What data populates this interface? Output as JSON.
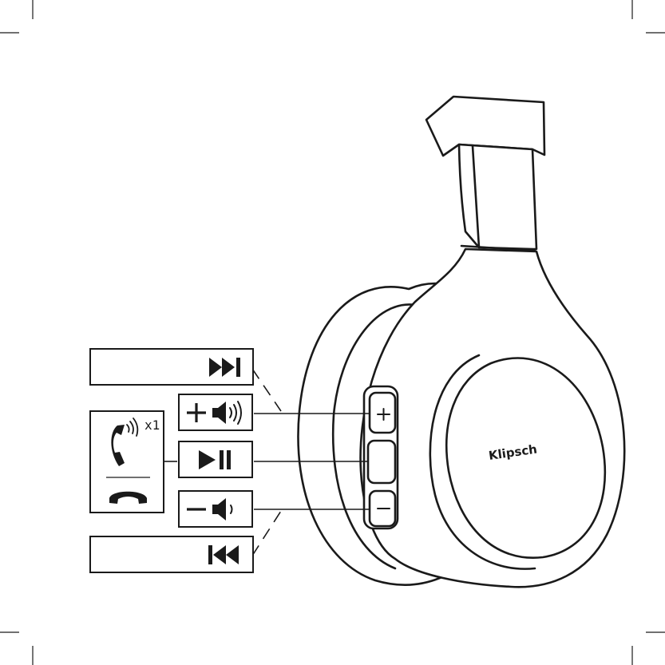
{
  "brand": {
    "logo_text": "Klipsch"
  },
  "call_panel": {
    "multiplier": "x1"
  },
  "controls": [
    {
      "function": "next-track"
    },
    {
      "function": "volume-up"
    },
    {
      "function": "play-pause"
    },
    {
      "function": "volume-down"
    },
    {
      "function": "previous-track"
    }
  ],
  "colors": {
    "ink": "#1a1a1a",
    "paper": "#ffffff"
  }
}
